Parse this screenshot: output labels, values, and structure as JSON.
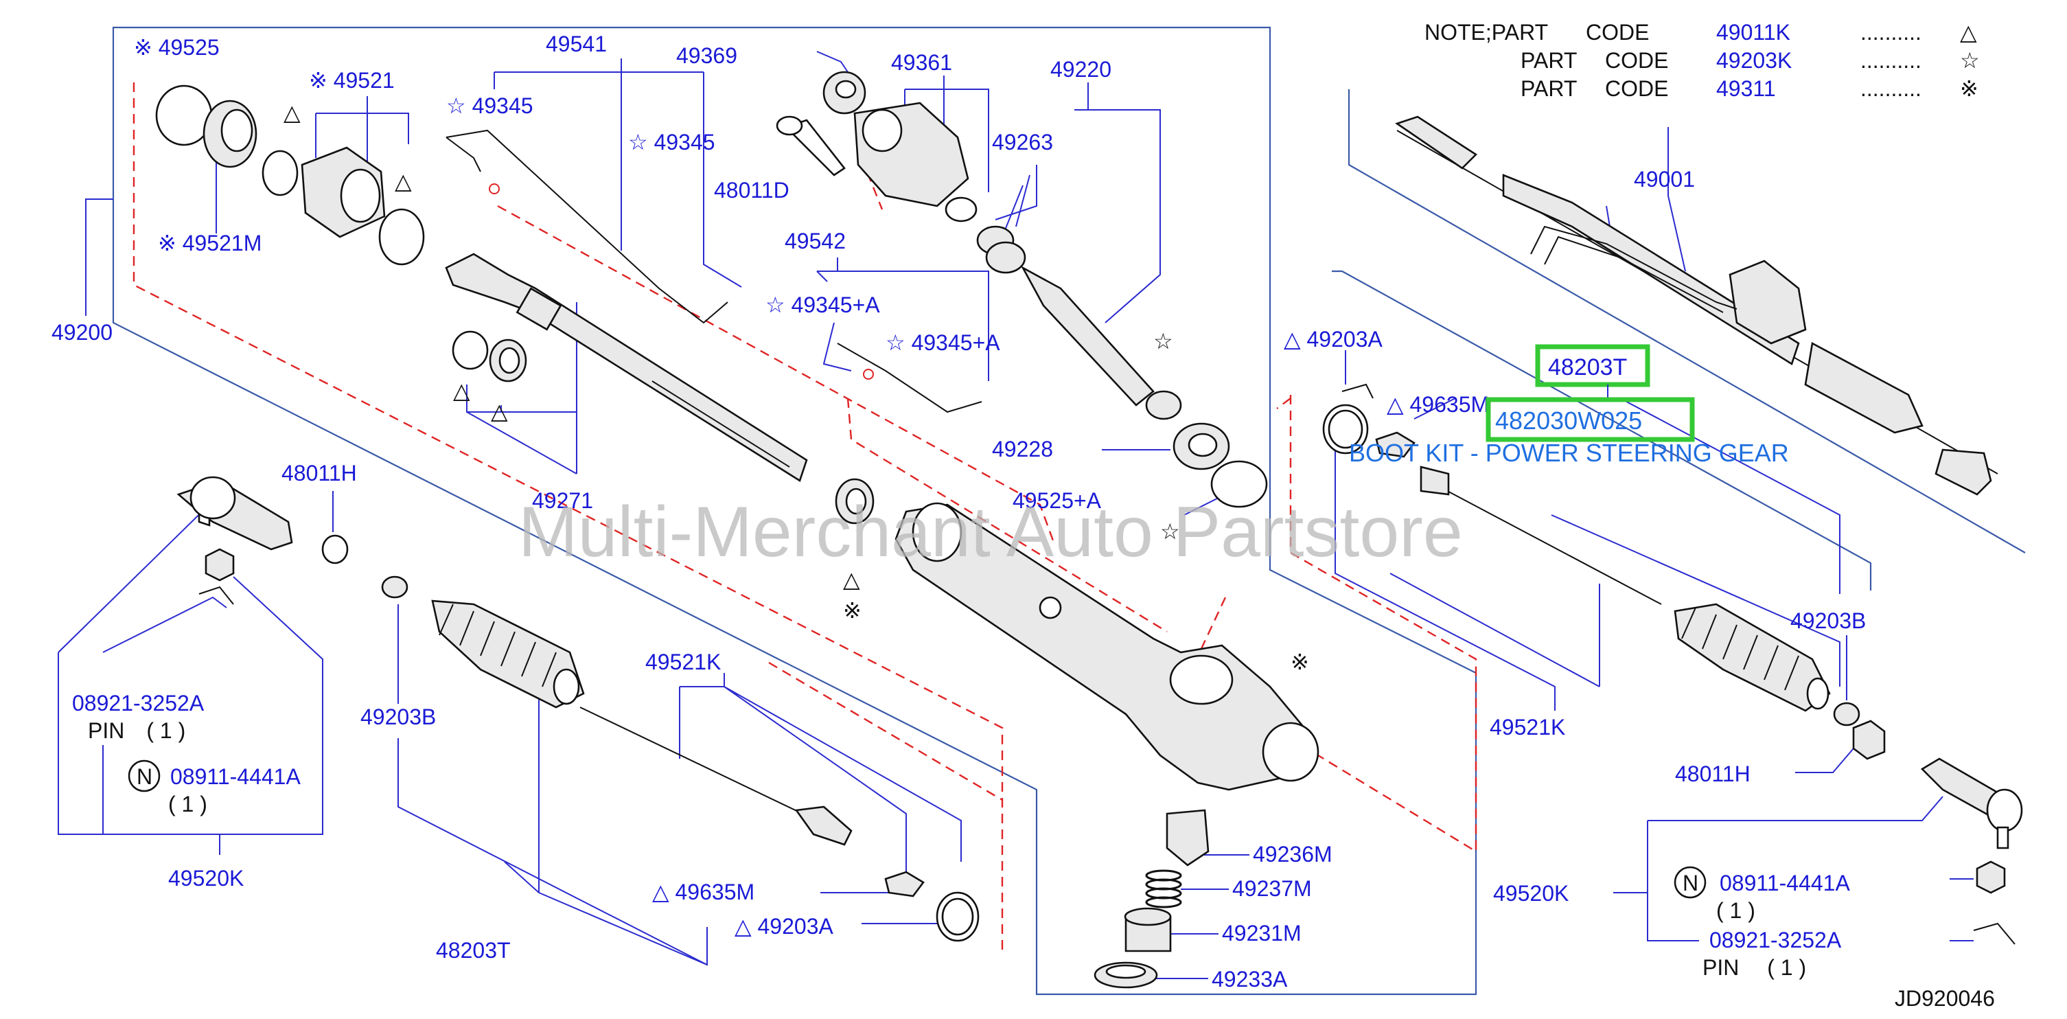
{
  "notes": [
    {
      "prefix": "NOTE;PART",
      "code_label": "CODE",
      "code": "49011K",
      "dots": "..........",
      "symbol": "△"
    },
    {
      "prefix": "PART",
      "code_label": "CODE",
      "code": "49203K",
      "dots": "..........",
      "symbol": "☆"
    },
    {
      "prefix": "PART",
      "code_label": "CODE",
      "code": "49311",
      "dots": "..........",
      "symbol": "※"
    }
  ],
  "labels": {
    "l49525": "※ 49525",
    "l49521": "※ 49521",
    "l49521M": "※ 49521M",
    "l49200": "49200",
    "l49541": "49541",
    "l49369": "49369",
    "l49345a": "☆ 49345",
    "l49345b": "☆ 49345",
    "l49361": "49361",
    "l48011D": "48011D",
    "l49220": "49220",
    "l49263": "49263",
    "l49542": "49542",
    "l49345Aa": "☆ 49345+A",
    "l49345Ab": "☆ 49345+A",
    "l49228": "49228",
    "l49271": "49271",
    "l49525A": "49525+A",
    "l48011Ha": "48011H",
    "l08921a": "08921-3252A",
    "lpina": "PIN　( 1 )",
    "l08911a": "08911-4441A",
    "lqtya": "( 1 )",
    "l49520Ka": "49520K",
    "l49203Ba": "49203B",
    "l49521Ka": "49521K",
    "l48203Ta": "48203T",
    "l49635Ma": "△ 49635M",
    "l49203Aa": "△ 49203A",
    "l49236M": "49236M",
    "l49237M": "49237M",
    "l49231M": "49231M",
    "l49233A": "49233A",
    "l49001": "49001",
    "l49203Ab": "△ 49203A",
    "l49635Mb": "△ 49635M",
    "l49203Bb": "49203B",
    "l49521Kb": "49521K",
    "l48011Hb": "48011H",
    "l49520Kb": "49520K",
    "l08911b": "08911-4441A",
    "lqtyb": "( 1 )",
    "l08921b": "08921-3252A",
    "lpinb": "PIN　 ( 1 )",
    "lJD": "JD920046",
    "circleN": "N"
  },
  "highlight": {
    "part_number": "48203T",
    "oem_code": "482030W025",
    "description": "BOOT KIT - POWER STEERING GEAR"
  },
  "symbols": {
    "triangle": "△",
    "star": "☆",
    "ref": "※"
  },
  "watermark": "Multi-Merchant Auto Partstore",
  "colors": {
    "label_blue": "#1a1ad6",
    "highlight_green": "#35c935",
    "dash_red": "#e02424",
    "description_blue": "#1f6fe0"
  }
}
